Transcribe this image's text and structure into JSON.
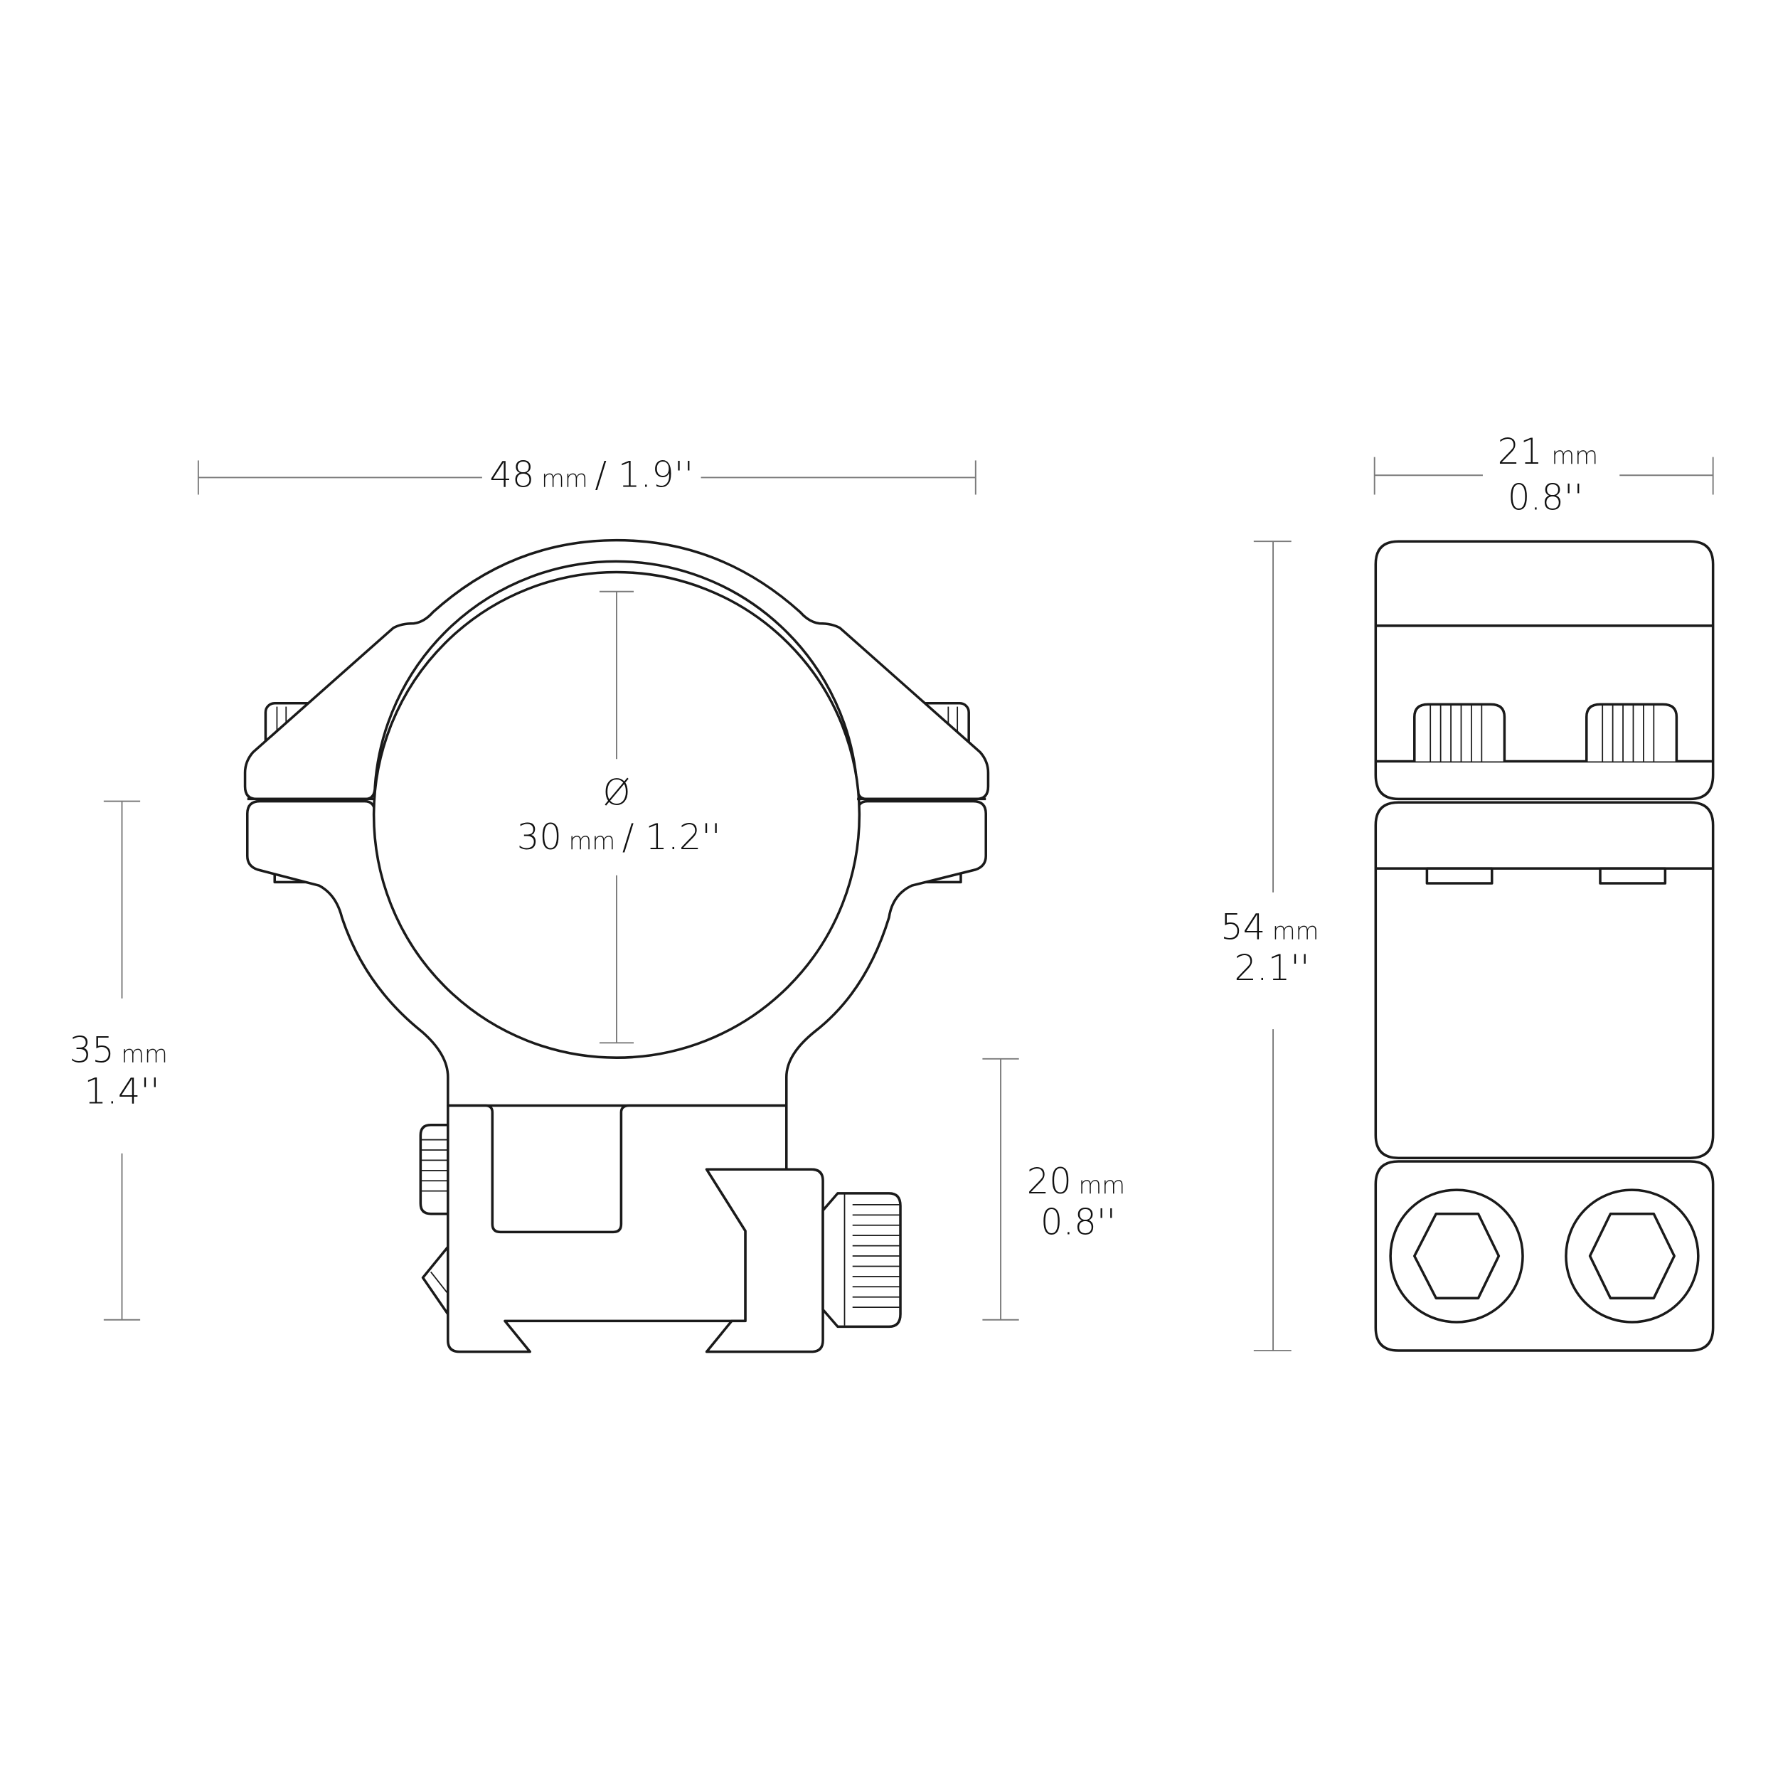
{
  "diagram": {
    "type": "technical-dimension-drawing",
    "subject": "scope mount ring (front view and side view)",
    "line_color": "#1a1a1a",
    "dimension_line_color": "#7a7a7a",
    "background": "#ffffff"
  },
  "front_view": {
    "width": {
      "value": "48",
      "unit": "mm",
      "imperial": "1.9''"
    },
    "tube_diameter": {
      "symbol": "Ø",
      "value": "30",
      "unit": "mm",
      "imperial": "1.2''"
    },
    "height": {
      "value": "35",
      "unit": "mm",
      "imperial": "1.4''"
    },
    "base_height": {
      "value": "20",
      "unit": "mm",
      "imperial": "0.8''"
    }
  },
  "side_view": {
    "width": {
      "value": "21",
      "unit": "mm",
      "imperial": "0.8''"
    },
    "height": {
      "value": "54",
      "unit": "mm",
      "imperial": "2.1''"
    }
  }
}
